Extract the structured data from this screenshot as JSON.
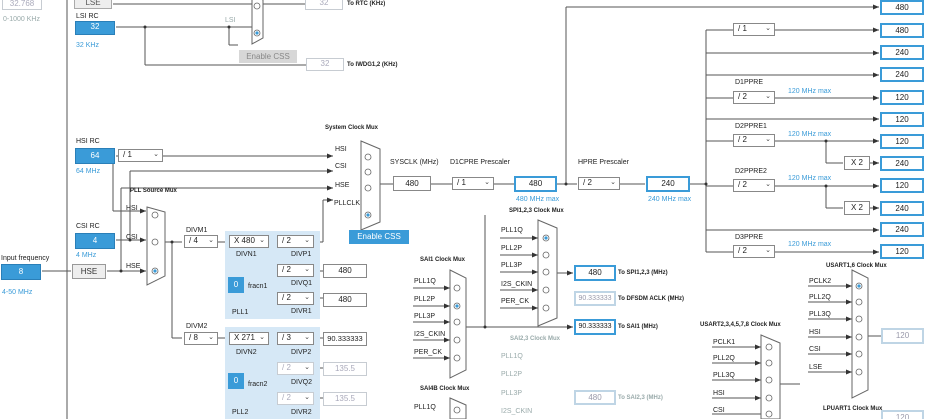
{
  "oscillators": {
    "lse_freq": "32.768",
    "lse_range": "0-1000 KHz",
    "lse_label": "LSE",
    "lsi_title": "LSI RC",
    "lsi_value": "32",
    "lsi_freq": "32 KHz",
    "lsi_mux_label": "LSI",
    "hsi_title": "HSI RC",
    "hsi_value": "64",
    "hsi_freq": "64 MHz",
    "csi_title": "CSI RC",
    "csi_value": "4",
    "csi_freq": "4 MHz",
    "input_freq_label": "Input frequency",
    "hse_value": "8",
    "hse_range": "4-50 MHz",
    "hse_label": "HSE"
  },
  "rtc": {
    "rtc_value": "32",
    "rtc_label": "To RTC (KHz)",
    "enable_css_lse": "Enable CSS",
    "iwdg_value": "32",
    "iwdg_label": "To IWDG1,2 (KHz)"
  },
  "hsi_div": "/ 1",
  "pll_source": {
    "title": "PLL Source Mux",
    "in_hsi": "HSI",
    "in_csi": "CSI",
    "in_hse": "HSE"
  },
  "system_mux": {
    "title": "System Clock Mux",
    "in_hsi": "HSI",
    "in_csi": "CSI",
    "in_hse": "HSE",
    "in_pllclk": "PLLCLK",
    "enable_css": "Enable CSS"
  },
  "sysclk": {
    "label": "SYSCLK (MHz)",
    "value": "480",
    "d1cpre_label": "D1CPRE Prescaler",
    "d1cpre_value": "/ 1",
    "d1_out": "480",
    "d1_max": "480 MHz max",
    "hpre_label": "HPRE Prescaler",
    "hpre_value": "/ 2",
    "hpre_out": "240",
    "hpre_max": "240 MHz max"
  },
  "pll1": {
    "divm_label": "DIVM1",
    "divm_value": "/ 4",
    "divn_value": "X 480",
    "divn_label": "DIVN1",
    "fracn_value": "0",
    "fracn_label": "fracn1",
    "divp_value": "/ 2",
    "divp_label": "DIVP1",
    "divq_value": "/ 2",
    "divq_label": "DIVQ1",
    "divq_out": "480",
    "divr_value": "/ 2",
    "divr_label": "DIVR1",
    "divr_out": "480",
    "name": "PLL1"
  },
  "pll2": {
    "divm_label": "DIVM2",
    "divm_value": "/ 8",
    "divn_value": "X 271",
    "divn_label": "DIVN2",
    "fracn_value": "0",
    "fracn_label": "fracn2",
    "divp_value": "/ 3",
    "divp_label": "DIVP2",
    "divp_out": "90.333333",
    "divq_value": "/ 2",
    "divq_label": "DIVQ2",
    "divq_out": "135.5",
    "divr_value": "/ 2",
    "divr_label": "DIVR2",
    "divr_out": "135.5",
    "name": "PLL2"
  },
  "spi123": {
    "title": "SPI1,2,3 Clock Mux",
    "in1": "PLL1Q",
    "in2": "PLL2P",
    "in3": "PLL3P",
    "in4": "I2S_CKIN",
    "in5": "PER_CK",
    "spi_out": "480",
    "spi_label": "To SPI1,2,3 (MHz)",
    "dfsdm_out": "90.333333",
    "dfsdm_label": "To DFSDM ACLK (MHz)",
    "sai1_out": "90.333333",
    "sai1_label": "To SAI1 (MHz)"
  },
  "sai1_mux": {
    "title": "SAI1 Clock Mux",
    "in1": "PLL1Q",
    "in2": "PLL2P",
    "in3": "PLL3P",
    "in4": "I2S_CKIN",
    "in5": "PER_CK"
  },
  "sai23": {
    "title": "SAI2,3 Clock Mux",
    "in1": "PLL1Q",
    "in2": "PLL2P",
    "in3": "PLL3P",
    "in4": "I2S_CKIN",
    "out": "480",
    "out_label": "To SAI2,3 (MHz)"
  },
  "sai4b": {
    "title": "SAI4B Clock Mux",
    "in1": "PLL1Q"
  },
  "bus": {
    "div1": "/ 1",
    "out_480a": "480",
    "out_480b": "480",
    "out_240a": "240",
    "out_240b": "240",
    "d1ppre_label": "D1PPRE",
    "d1ppre_value": "/ 2",
    "d1ppre_max": "120 MHz max",
    "out_120a": "120",
    "out_120b": "120",
    "d2ppre1_label": "D2PPRE1",
    "d2ppre1_value": "/ 2",
    "d2ppre1_max": "120 MHz max",
    "out_120c": "120",
    "x2a": "X 2",
    "out_240c": "240",
    "d2ppre2_label": "D2PPRE2",
    "d2ppre2_value": "/ 2",
    "d2ppre2_max": "120 MHz max",
    "out_120d": "120",
    "x2b": "X 2",
    "out_240d": "240",
    "d3ppre_label": "D3PPRE",
    "d3ppre_value": "/ 2",
    "d3ppre_max": "120 MHz max",
    "out_240e": "240",
    "out_120e": "120"
  },
  "usart16": {
    "title": "USART1,6 Clock Mux",
    "in1": "PCLK2",
    "in2": "PLL2Q",
    "in3": "PLL3Q",
    "in4": "HSI",
    "in5": "CSI",
    "in6": "LSE",
    "out": "120"
  },
  "usart2": {
    "title": "USART2,3,4,5,7,8 Clock Mux",
    "in1": "PCLK1",
    "in2": "PLL2Q",
    "in3": "PLL3Q",
    "in4": "HSI",
    "in5": "CSI"
  },
  "lpuart": {
    "title": "LPUART1 Clock Mux",
    "out": "120"
  },
  "colors": {
    "accent": "#3a9bd8",
    "pll_bg": "#d6e8f6"
  }
}
